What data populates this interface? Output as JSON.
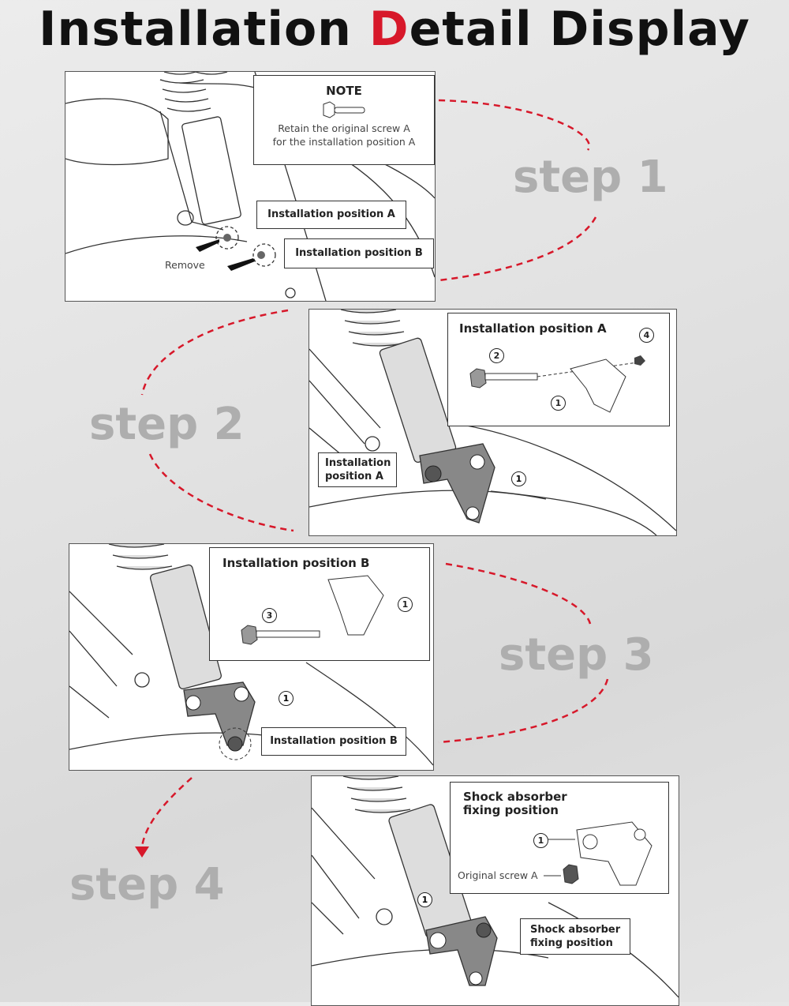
{
  "title": {
    "prefix": "Installation ",
    "highlight": "D",
    "suffix": "etail Display"
  },
  "accent_color": "#d7182a",
  "steps": [
    {
      "label": "step 1"
    },
    {
      "label": "step 2"
    },
    {
      "label": "step 3"
    },
    {
      "label": "step 4"
    }
  ],
  "panel1": {
    "note_title": "NOTE",
    "note_line1": "Retain the original screw A",
    "note_line2": "for the installation position A",
    "label_a": "Installation position A",
    "label_b": "Installation position B",
    "remove": "Remove"
  },
  "panel2": {
    "inset_title": "Installation position A",
    "callout_line1": "Installation",
    "callout_line2": "position A",
    "nums": [
      "1",
      "2",
      "4",
      "1"
    ]
  },
  "panel3": {
    "inset_title": "Installation position B",
    "callout": "Installation position B",
    "nums": [
      "3",
      "1",
      "1"
    ]
  },
  "panel4": {
    "inset_title_line1": "Shock absorber",
    "inset_title_line2": "fixing position",
    "original_screw": "Original screw A",
    "callout_line1": "Shock absorber",
    "callout_line2": "fixing position",
    "nums": [
      "1",
      "1"
    ]
  }
}
